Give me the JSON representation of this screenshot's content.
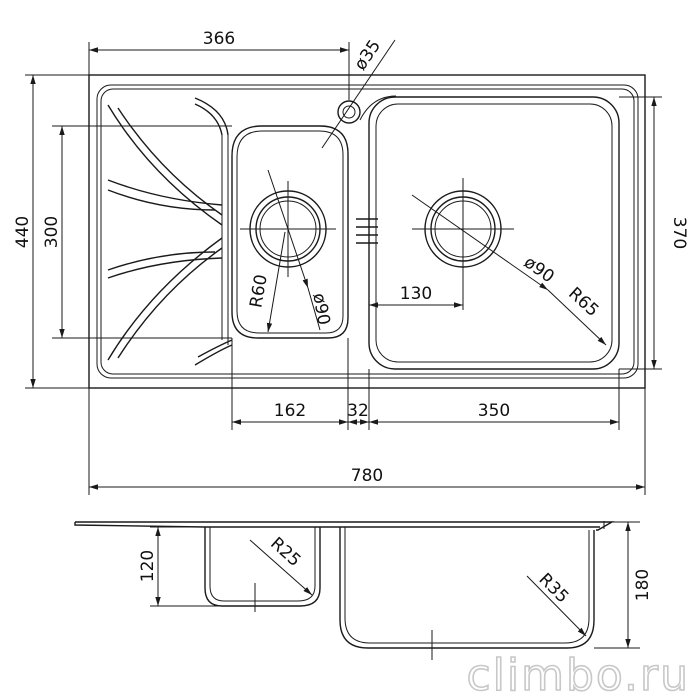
{
  "drawing": {
    "top_view": {
      "dimensions": {
        "total_width": "780",
        "top_width": "366",
        "drain_hole": "ø35",
        "total_height": "440",
        "drainer_height": "300",
        "main_bowl_height": "370",
        "small_bowl_width": "162",
        "gap_width": "32",
        "main_bowl_width": "350",
        "main_drain_offset": "130",
        "main_drain_dia": "ø90",
        "main_bowl_radius": "R65",
        "small_bowl_radius": "R60",
        "small_drain_dia": "ø90"
      }
    },
    "side_view": {
      "dimensions": {
        "small_bowl_depth": "120",
        "small_bowl_radius": "R25",
        "main_bowl_radius": "R35",
        "main_bowl_depth": "180"
      }
    }
  },
  "watermark": "climbo.ru"
}
